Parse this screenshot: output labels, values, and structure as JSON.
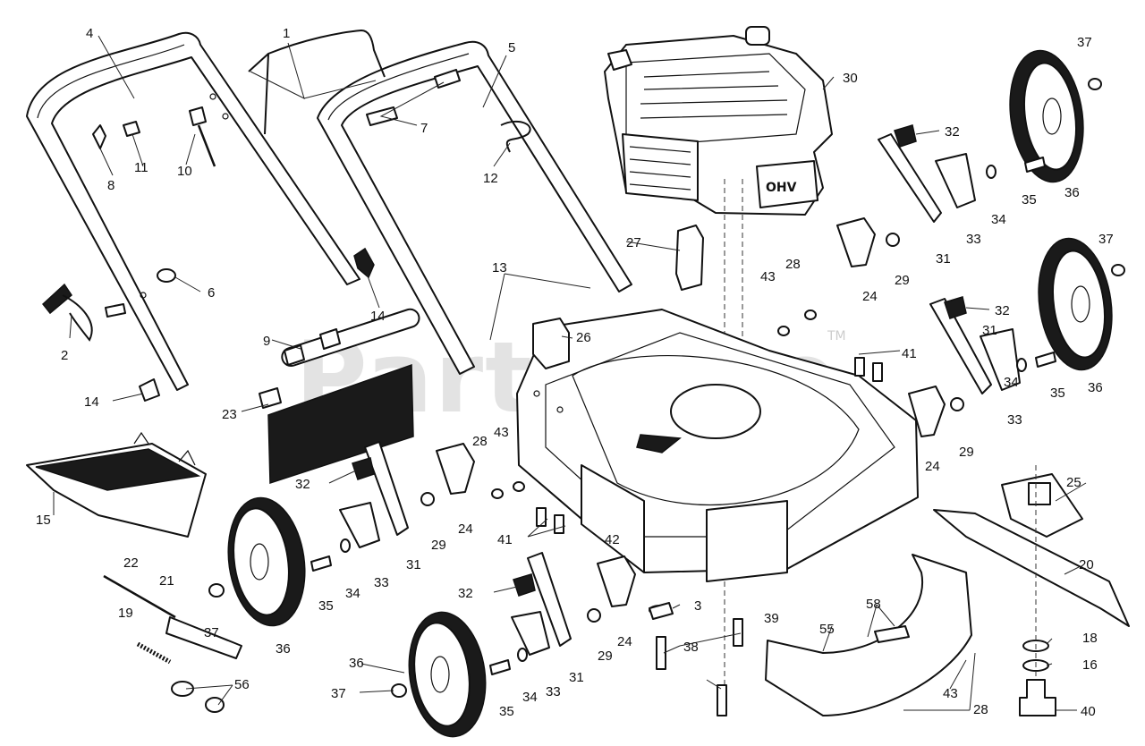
{
  "watermark": {
    "text": "PartsTree",
    "trademark": "TM"
  },
  "engine_badge": "OHV",
  "callouts": [
    "1",
    "2",
    "3",
    "4",
    "5",
    "6",
    "7",
    "8",
    "9",
    "10",
    "11",
    "12",
    "13",
    "14",
    "14",
    "15",
    "16",
    "18",
    "19",
    "20",
    "21",
    "22",
    "23",
    "24",
    "24",
    "24",
    "24",
    "25",
    "26",
    "27",
    "28",
    "28",
    "28",
    "29",
    "29",
    "29",
    "29",
    "30",
    "31",
    "31",
    "31",
    "31",
    "32",
    "32",
    "32",
    "32",
    "33",
    "33",
    "33",
    "33",
    "34",
    "34",
    "34",
    "34",
    "35",
    "35",
    "35",
    "35",
    "36",
    "36",
    "36",
    "36",
    "37",
    "37",
    "37",
    "37",
    "38",
    "39",
    "40",
    "41",
    "41",
    "42",
    "43",
    "43",
    "43",
    "55",
    "56",
    "58"
  ]
}
